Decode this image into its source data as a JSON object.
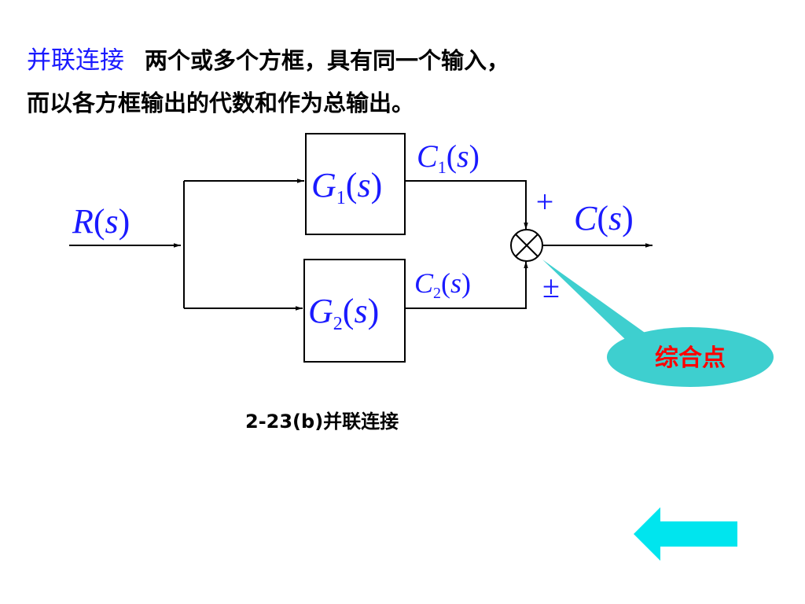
{
  "intro": {
    "term": "并联连接",
    "line1": "两个或多个方框，具有同一个输入，",
    "line2": "而以各方框输出的代数和作为总输出。"
  },
  "diagram": {
    "input": {
      "var": "R",
      "arg": "s"
    },
    "block1": {
      "var": "G",
      "sub": "1",
      "arg": "s"
    },
    "block2": {
      "var": "G",
      "sub": "2",
      "arg": "s"
    },
    "out1": {
      "var": "C",
      "sub": "1",
      "arg": "s"
    },
    "out2": {
      "var": "C",
      "sub": "2",
      "arg": "s"
    },
    "output": {
      "var": "C",
      "arg": "s"
    },
    "sign_top": "+",
    "sign_bottom": "±",
    "callout": "综合点",
    "colors": {
      "math": "#1a1aff",
      "callout_fill": "#3ecfcf",
      "callout_text": "#ff0000",
      "back_arrow": "#00e5ee"
    }
  },
  "caption": "2-23(b)并联连接",
  "nav": {
    "back_icon": "left-arrow-icon"
  }
}
